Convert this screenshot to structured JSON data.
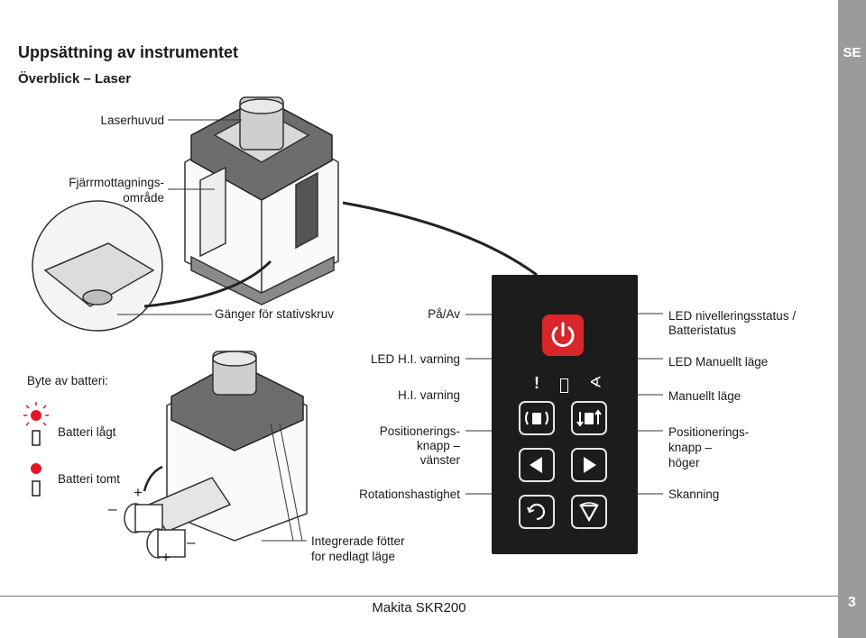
{
  "header": {
    "title": "Uppsättning av instrumentet",
    "subtitle": "Överblick – Laser",
    "language_tab": "SE"
  },
  "labels": {
    "laser_head": "Laserhuvud",
    "remote_area_line1": "Fjärrmottagnings-",
    "remote_area_line2": "område",
    "tripod_thread": "Gänger för stativskruv",
    "battery_change": "Byte av batteri:",
    "battery_low": "Batteri lågt",
    "battery_empty": "Batteri tomt",
    "power": "På/Av",
    "led_hi_warning": "LED H.I. varning",
    "hi_warning": "H.I. varning",
    "pos_left_line1": "Positionerings-",
    "pos_left_line2": "knapp –",
    "pos_left_line3": "vänster",
    "rotation_speed": "Rotationshastighet",
    "led_level_line1": "LED nivelleringsstatus /",
    "led_level_line2": "Batteristatus",
    "led_manual": "LED Manuellt läge",
    "manual_mode": "Manuellt läge",
    "pos_right_line1": "Positionerings-",
    "pos_right_line2": "knapp –",
    "pos_right_line3": "höger",
    "scanning": "Skanning",
    "feet_line1": "Integrerade fötter",
    "feet_line2": "for nedlagt läge",
    "plus": "+",
    "minus": "–"
  },
  "panel_indicators": {
    "warning_symbol": "!",
    "manual_symbol": "∢"
  },
  "colors": {
    "power_button": "#d8262a",
    "battery_led": "#e3152b",
    "panel_bg": "#1c1c1c",
    "sidebar": "#9b9b9b"
  },
  "icons": [
    "power-icon",
    "arrow-left-icon",
    "arrow-right-icon",
    "rotation-icon",
    "scan-icon",
    "hi-warning-icon",
    "manual-mode-icon",
    "battery-icon"
  ],
  "footer": {
    "model": "Makita SKR200",
    "page_number": "3"
  }
}
